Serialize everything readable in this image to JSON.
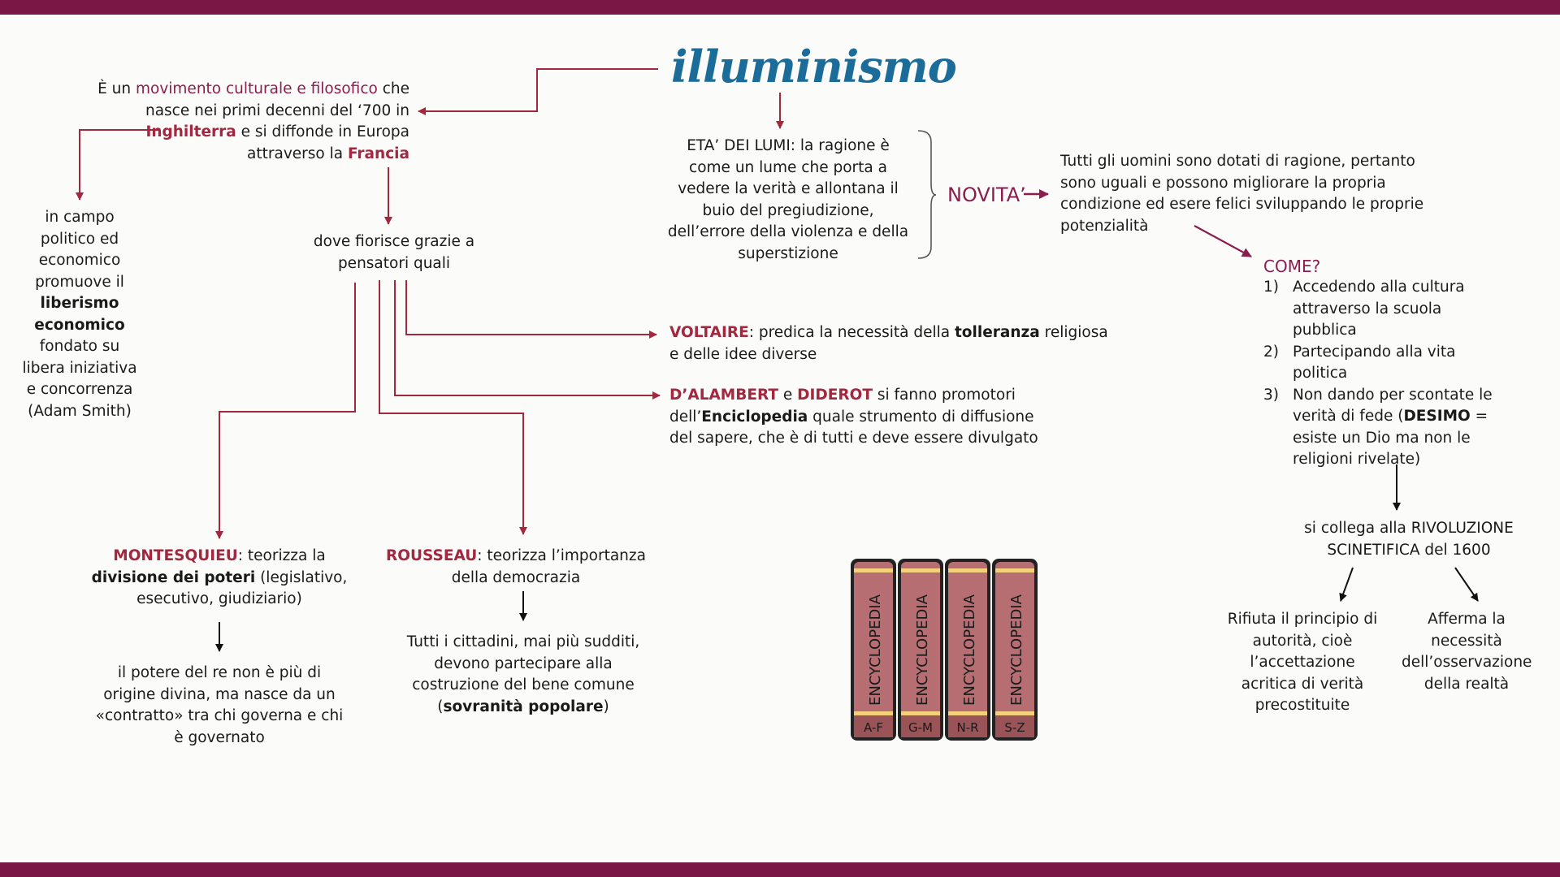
{
  "title": "illuminismo",
  "colors": {
    "bar": "#7a1745",
    "accent_red": "#a3273f",
    "accent_purple": "#8b1d4e",
    "title_blue": "#1b6c98",
    "arrow_red": "#a3273f"
  },
  "definition": {
    "pre": "È un ",
    "movement": "movimento culturale e filosofico",
    "post1": " che nasce nei primi decenni del ‘700 in ",
    "inghilterra": "Inghilterra",
    "post2": " e si diffonde in Europa attraverso la ",
    "francia": "Francia"
  },
  "economic": {
    "pre": "in campo politico ed economico promuove il ",
    "bold": "liberismo economico",
    "post": " fondato su libera iniziativa e concorrenza (Adam Smith)"
  },
  "thinkers_intro": "dove fiorisce grazie a pensatori quali",
  "eta_lumi": "ETA’ DEI LUMI: la ragione è come un lume che porta  a vedere la verità e allontana il buio del pregiudizione, dell’errore della violenza e della superstizione",
  "novita": "NOVITA’",
  "novita_text": "Tutti gli uomini sono dotati di ragione, pertanto sono uguali e possono migliorare la propria condizione ed esere felici sviluppando le proprie potenzialità",
  "come": {
    "label": "COME?",
    "items": [
      {
        "num": "1)",
        "text": "Accedendo alla cultura attraverso la scuola pubblica"
      },
      {
        "num": "2)",
        "text": "Partecipando alla vita politica"
      },
      {
        "num": "3)",
        "pre": "Non dando per scontate le verità di fede (",
        "bold": "DESIMO",
        "post": " = esiste un Dio ma non le religioni rivelate)"
      }
    ]
  },
  "rivoluzione": "si collega alla RIVOLUZIONE SCINETIFICA del 1600",
  "rifiuta": "Rifiuta il principio di autorità, cioè l’accettazione acritica di verità precostituite",
  "afferma": "Afferma la necessità dell’osservazione della realtà",
  "voltaire": {
    "name": "VOLTAIRE",
    "pre": ": predica la necessità della ",
    "bold": "tolleranza",
    "post": " religiosa e delle idee diverse"
  },
  "dalembert": {
    "name1": "D’ALAMBERT",
    "mid": " e ",
    "name2": "DIDEROT",
    "pre": " si fanno promotori dell’",
    "bold": "Enciclopedia",
    "post": " quale strumento di diffusione del sapere, che è di tutti e deve essere divulgato"
  },
  "montesquieu": {
    "name": "MONTESQUIEU",
    "pre": ": teorizza la ",
    "bold": "divisione dei poteri",
    "post": " (legislativo, esecutivo, giudiziario)",
    "result": "il potere del re non è più di origine divina, ma nasce da un «contratto» tra chi governa e chi è governato"
  },
  "rousseau": {
    "name": "ROUSSEAU",
    "text": ": teorizza l’importanza della democrazia",
    "result_pre": "Tutti i cittadini, mai più sudditi, devono partecipare alla costruzione del bene comune (",
    "result_bold": "sovranità popolare",
    "result_post": ")"
  },
  "books": [
    {
      "title": "ENCYCLOPEDIA",
      "range": "A-F"
    },
    {
      "title": "ENCYCLOPEDIA",
      "range": "G-M"
    },
    {
      "title": "ENCYCLOPEDIA",
      "range": "N-R"
    },
    {
      "title": "ENCYCLOPEDIA",
      "range": "S-Z"
    }
  ]
}
